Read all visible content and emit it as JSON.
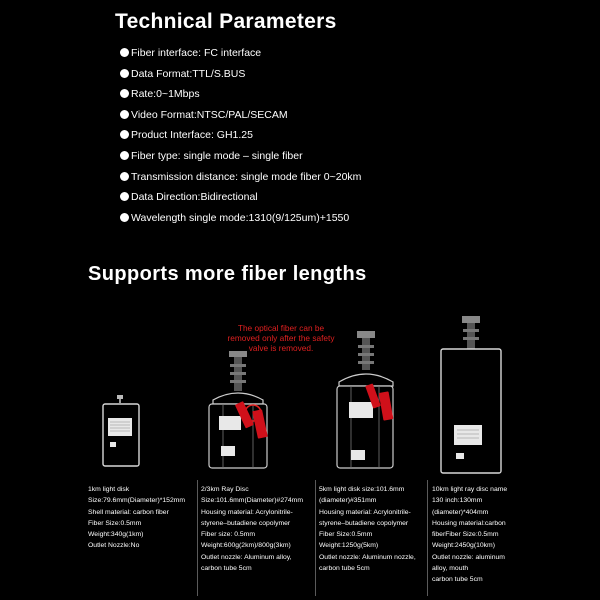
{
  "technical": {
    "title": "Technical Parameters",
    "items": [
      "Fiber interface: FC interface",
      "Data Format:TTL/S.BUS",
      "Rate:0~1Mbps",
      "Video Format:NTSC/PAL/SECAM",
      "Product Interface: GH1.25",
      "Fiber type: single mode – single fiber",
      "Transmission distance: single mode fiber 0~20km",
      "Data Direction:Bidirectional",
      "Wavelength single mode:1310(9/125um)+1550"
    ]
  },
  "fiber": {
    "title": "Supports more fiber lengths",
    "note": [
      "The optical fiber can be",
      "removed only after the safety",
      "valve is removed."
    ],
    "products": [
      {
        "lines": [
          "1km light disk",
          "Size:79.6mm(Diameter)*152mm",
          "Shell material: carbon fiber",
          "Fiber Size:0.5mm",
          "Weight:340g(1km)",
          "Outlet Nozzle:No"
        ]
      },
      {
        "lines": [
          "2/3km Ray Disc",
          "Size:101.6mm(Diameter)#274mm",
          "Housing material: Acrylonitrile-",
          "styrene–butadiene copolymer",
          "Fiber size: 0.5mm",
          "Weight:600g(2km)/800g(3km)",
          "Outlet nozzle: Aluminum alloy,",
          "carbon tube 5cm"
        ]
      },
      {
        "lines": [
          "5km light disk size:101.6mm",
          "(diameter)#351mm",
          "Housing material: Acrylonitrile-",
          "styrene–butadiene copolymer",
          "Fiber Size:0.5mm",
          "Weight:1250g(5km)",
          "Outlet nozzle: Aluminum nozzle,",
          "carbon tube 5cm"
        ]
      },
      {
        "lines": [
          "10km light ray disc name",
          "130 inch:130mm",
          "(diameter)*404mm",
          "Housing material:carbon",
          "fiberFiber Size:0.5mm",
          "Weight:2450g(10km)",
          "Outlet nozzle: aluminum",
          "alloy, mouth",
          "carbon tube 5cm"
        ]
      }
    ]
  },
  "colors": {
    "background": "#000000",
    "text": "#ffffff",
    "warning": "#e02020",
    "tag": "#d0101a"
  }
}
